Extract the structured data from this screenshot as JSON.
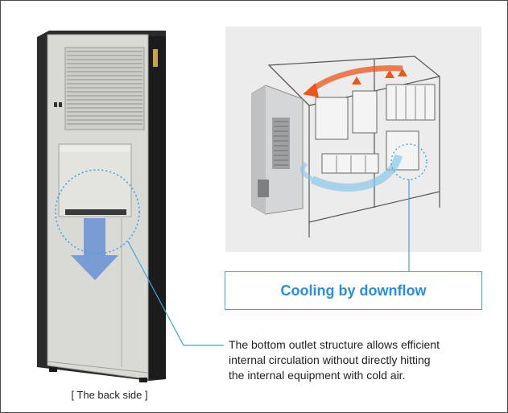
{
  "caption": {
    "back_side": "[ The back side ]"
  },
  "diagram": {
    "label": "Cooling by downflow"
  },
  "description": {
    "lines": [
      "The bottom outlet structure allows efficient",
      "internal circulation without directly hitting",
      "the internal equipment with cold air."
    ]
  },
  "colors": {
    "label_blue": "#2a8fd4",
    "border_blue": "#3fa4d8",
    "arrow_blue": "#6f95d4",
    "hot_air_orange": "#e8571e"
  },
  "icons": [
    "down-arrow-icon",
    "warm-air-arrow-icon",
    "cold-air-flow-icon"
  ]
}
